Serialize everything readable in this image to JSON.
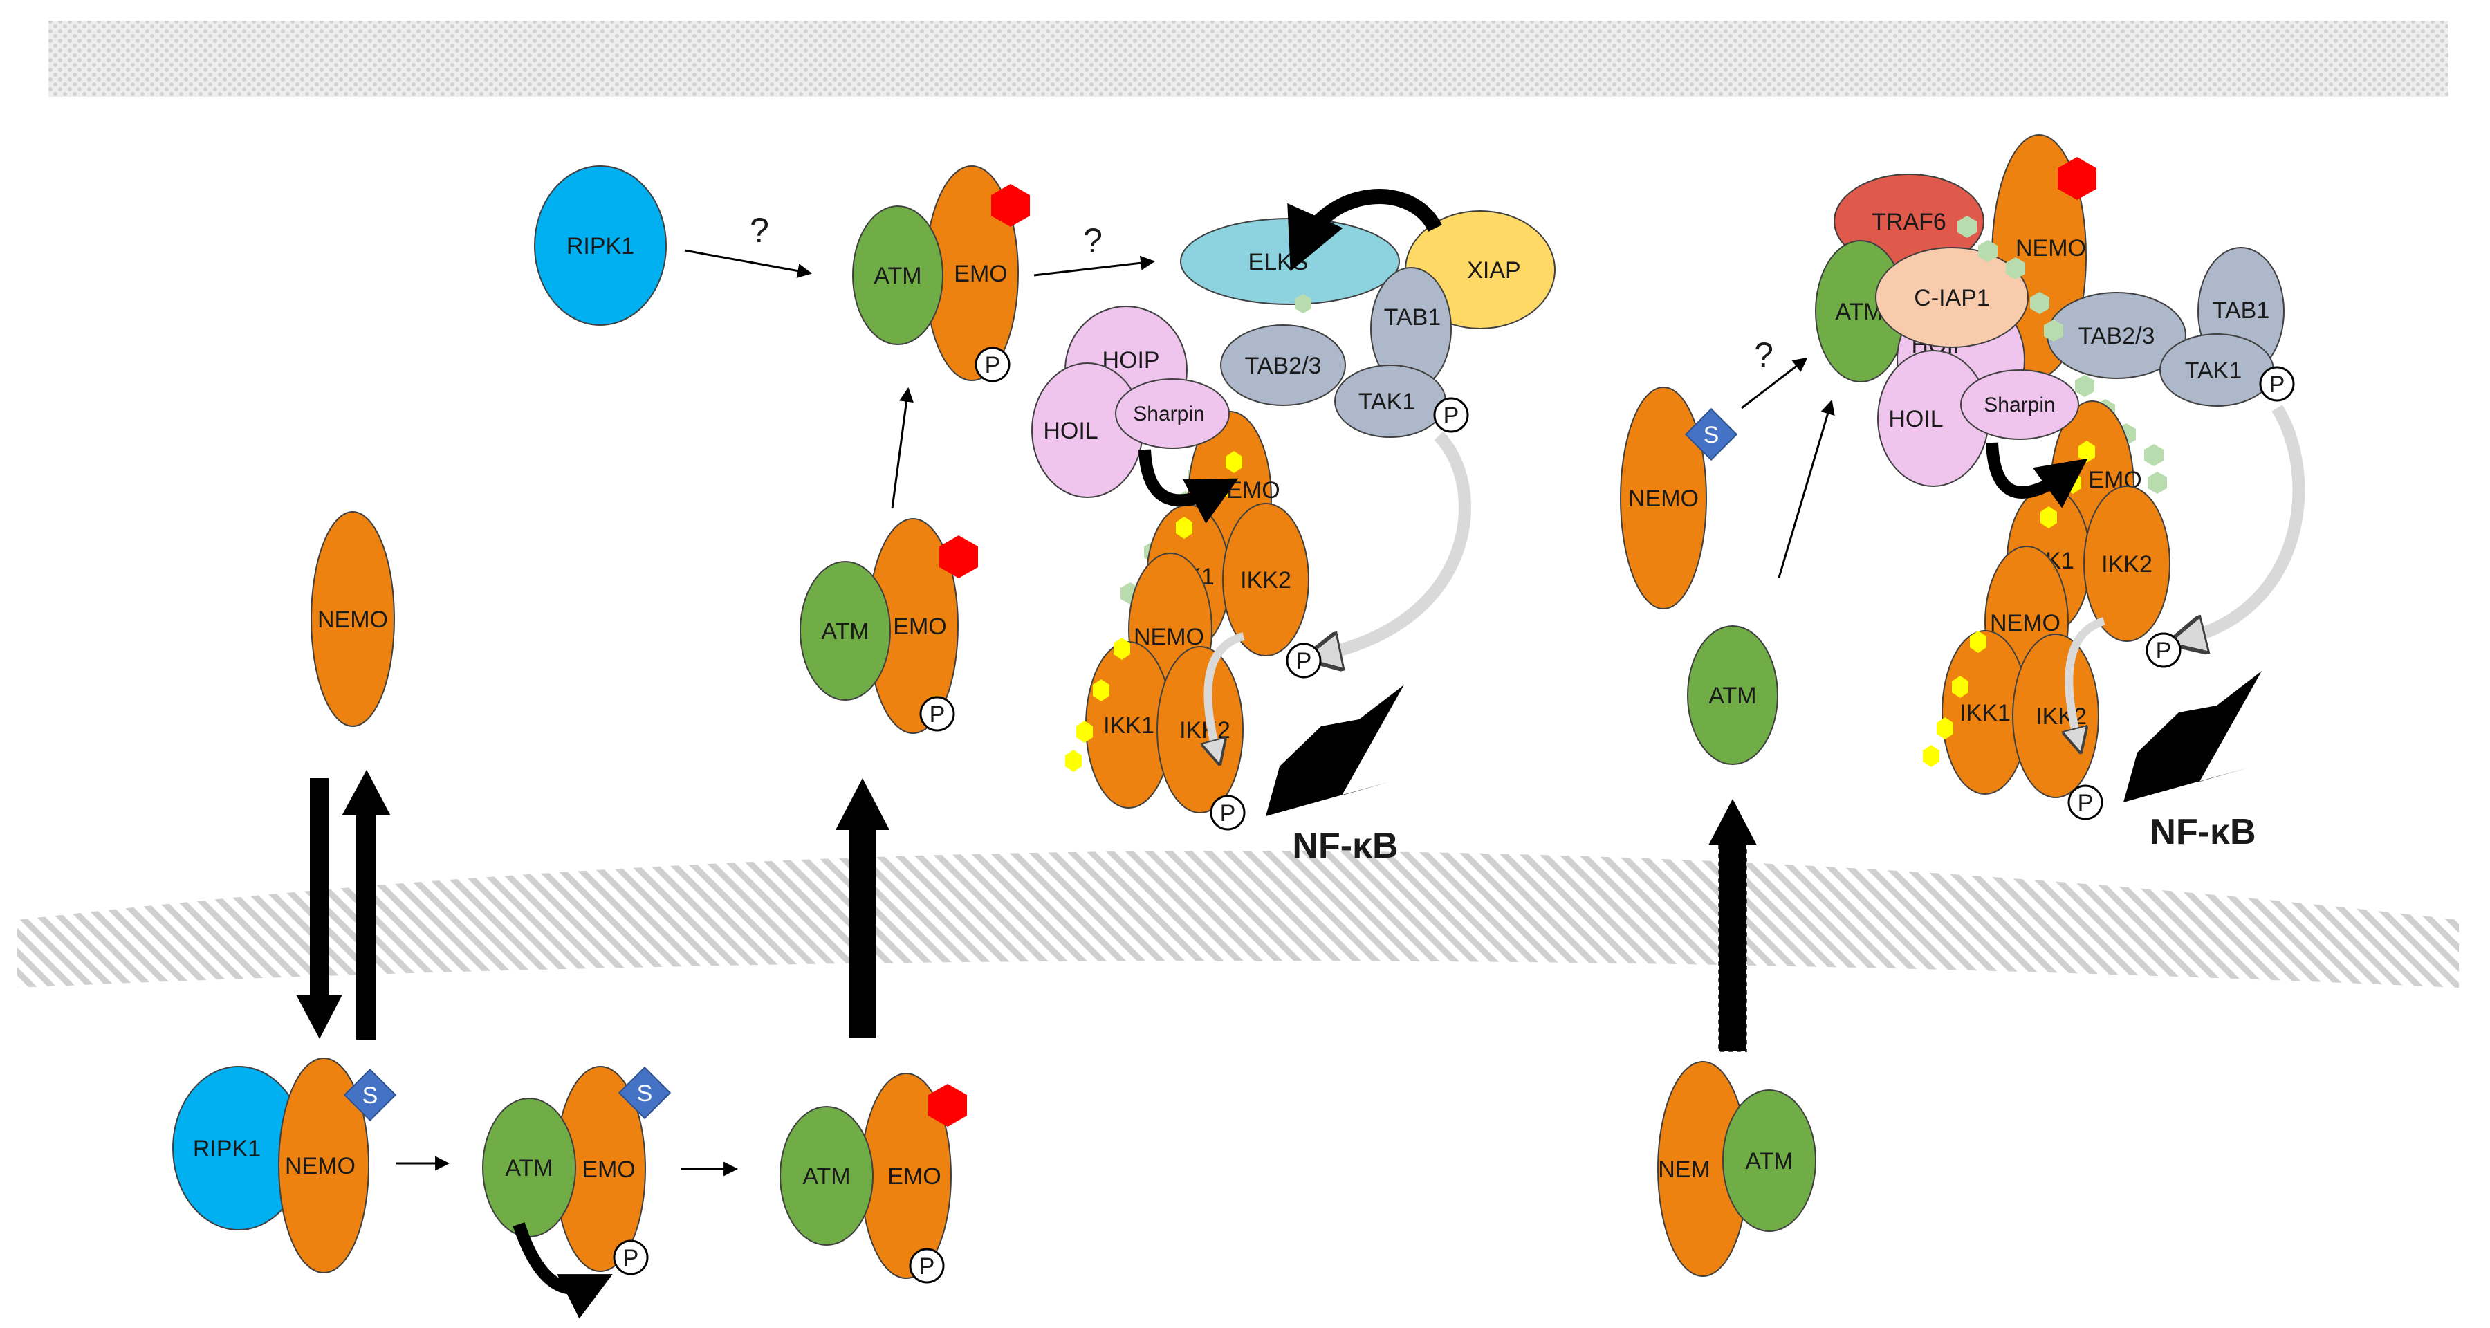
{
  "colors": {
    "ripk1": "#00b0f0",
    "nemo": "#ed8211",
    "atm": "#70ad47",
    "red_mark": "#ff0000",
    "sumo": "#4472c4",
    "elks": "#8dd3df",
    "xiap": "#ffd966",
    "tab": "#adb9ca",
    "luba": "#efc5ee",
    "traf6": "#e05a4b",
    "ciap1": "#f8cbad",
    "ubiquitin_yellow": "#ffff00",
    "ubiquitin_green": "#b8dcae",
    "membrane_hatch": "#cfcfcf",
    "top_band": "#d9d9d9"
  },
  "labels": {
    "ripk1": "RIPK1",
    "nemo": "NEMO",
    "nemo_partial": "EMO",
    "nemo_cut": "NEM",
    "atm": "ATM",
    "sumo": "S",
    "phospho": "P",
    "question": "?",
    "elks": "ELKS",
    "xiap": "XIAP",
    "hoip": "HOIP",
    "hoil": "HOIL",
    "sharpin": "Sharpin",
    "tab23": "TAB2/3",
    "tab1": "TAB1",
    "tak1": "TAK1",
    "ikk1": "IKK1",
    "ikk2": "IKK2",
    "ikk2_cut": "IKK2",
    "ikk1_cut": "K1",
    "nemo_top_cut": "EMO",
    "traf6": "TRAF6",
    "ciap1": "C-IAP1",
    "nfkb": "NF-κB"
  }
}
